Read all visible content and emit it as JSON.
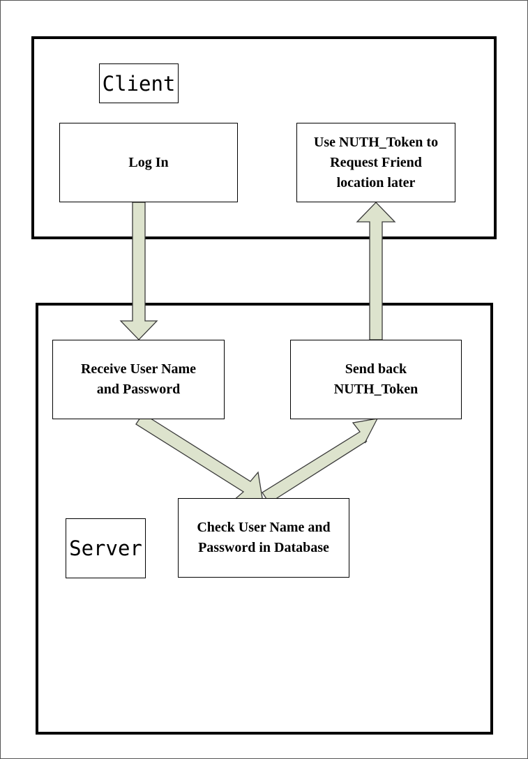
{
  "colors": {
    "arrow_fill": "#dde3cd",
    "arrow_stroke": "#3a3a3a",
    "frame": "#000000"
  },
  "regions": {
    "client": {
      "label": "Client"
    },
    "server": {
      "label": "Server"
    }
  },
  "nodes": {
    "login": {
      "text": "Log In"
    },
    "use_token": {
      "line1": "Use NUTH_Token to",
      "line2": "Request Friend",
      "line3": "location later"
    },
    "receive": {
      "line1": "Receive User Name",
      "line2": "and Password"
    },
    "send": {
      "line1": "Send back",
      "line2": "NUTH_Token"
    },
    "check": {
      "line1": "Check User Name and",
      "line2": "Password in Database"
    }
  },
  "edges": [
    {
      "from": "login",
      "to": "receive"
    },
    {
      "from": "receive",
      "to": "check"
    },
    {
      "from": "check",
      "to": "send"
    },
    {
      "from": "send",
      "to": "use_token"
    }
  ]
}
